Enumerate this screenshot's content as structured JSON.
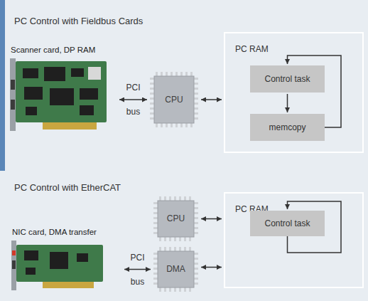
{
  "diagram": {
    "nodes": [
      {
        "text": [
          "Scanner card, DP RAM"
        ]
      },
      {
        "text": [
          "CPU"
        ]
      },
      {
        "text": [
          "PC RAM"
        ]
      },
      {
        "text": [
          "Control task"
        ],
        "in": 2
      },
      {
        "text": [
          "memcopy"
        ],
        "in": 2
      },
      {
        "text": [
          "NIC card, DMA transfer"
        ]
      },
      {
        "text": [
          "CPU"
        ]
      },
      {
        "text": [
          "DMA"
        ]
      },
      {
        "text": [
          "PC RAM"
        ]
      },
      {
        "text": [
          "Control task"
        ],
        "in": 8
      }
    ],
    "edges": [
      {
        "from": 0,
        "to": 1,
        "arrow": "both",
        "label": "PCI bus"
      },
      {
        "from": 1,
        "to": 2,
        "arrow": "both"
      },
      {
        "from": 3,
        "to": 4,
        "arrow": "to"
      },
      {
        "from": 4,
        "to": 3,
        "arrow": "to"
      },
      {
        "from": 5,
        "to": 7,
        "arrow": "both",
        "label": "PCI bus"
      },
      {
        "from": 6,
        "to": 8,
        "arrow": "both"
      },
      {
        "from": 7,
        "to": 8,
        "arrow": "both"
      },
      {
        "from": 9,
        "to": 9,
        "arrow": "to"
      }
    ],
    "labels": [
      "PC Control with Fieldbus Cards",
      "PC Control with EtherCAT"
    ]
  }
}
